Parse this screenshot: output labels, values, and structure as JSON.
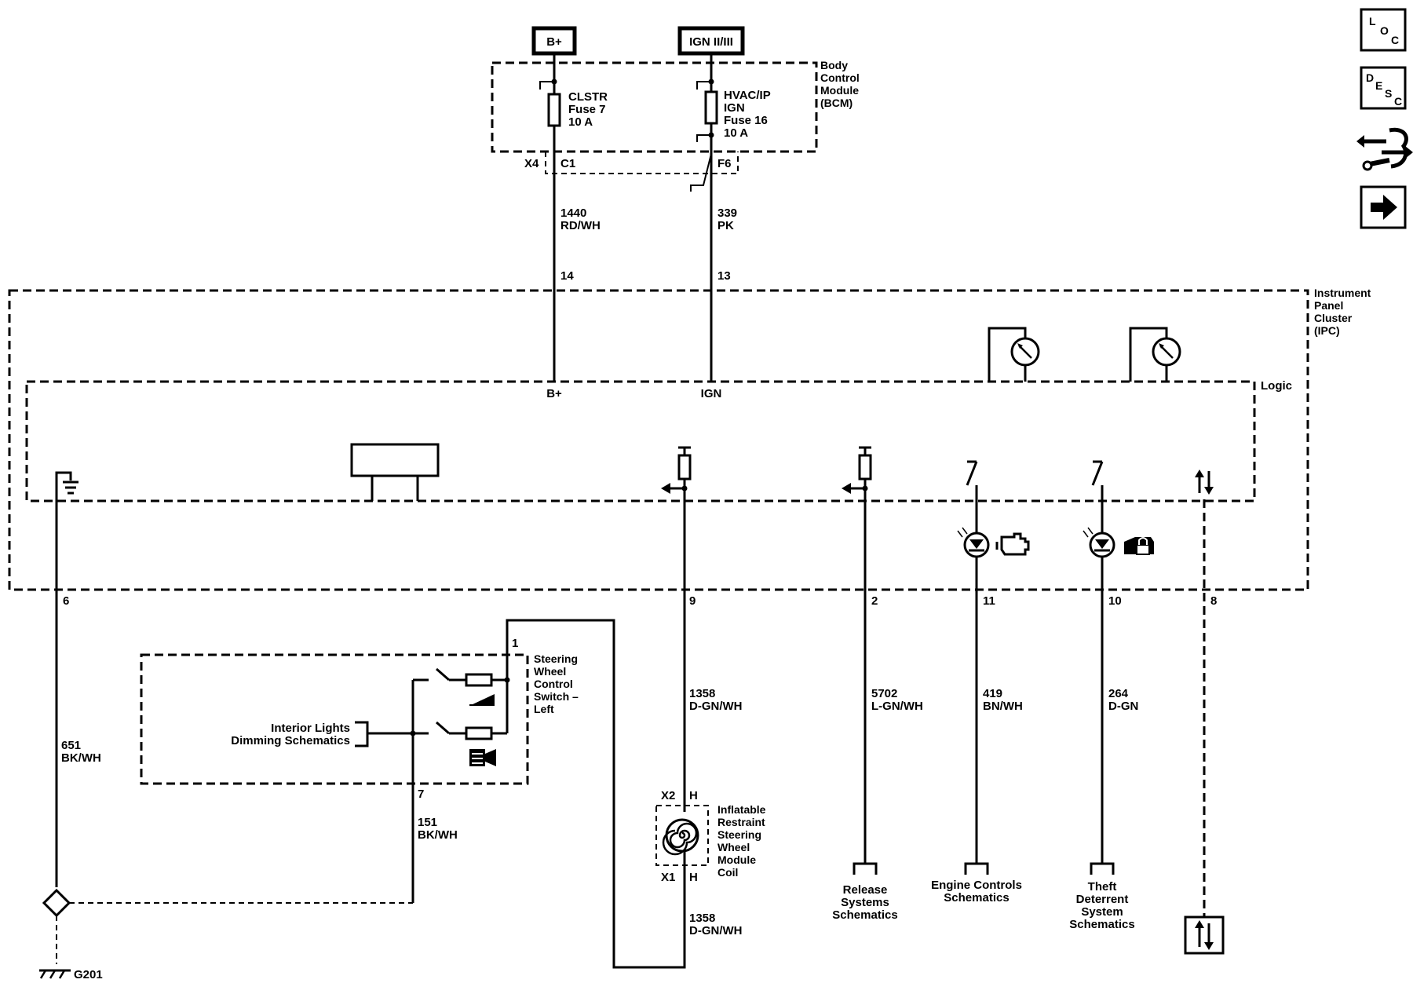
{
  "power": {
    "bplus": "B+",
    "ign": "IGN II/III"
  },
  "bcm": {
    "name": [
      "Body",
      "Control",
      "Module",
      "(BCM)"
    ],
    "fuse_clstr": [
      "CLSTR",
      "Fuse 7",
      "10 A"
    ],
    "fuse_hvac": [
      "HVAC/IP",
      "IGN",
      "Fuse 16",
      "10 A"
    ],
    "conn_x4": "X4",
    "conn_c1": "C1",
    "conn_f6": "F6"
  },
  "wires": {
    "w1440": [
      "1440",
      "RD/WH"
    ],
    "w339": [
      "339",
      "PK"
    ],
    "w651": [
      "651",
      "BK/WH"
    ],
    "w151": [
      "151",
      "BK/WH"
    ],
    "w1358_top": [
      "1358",
      "D-GN/WH"
    ],
    "w1358_bot": [
      "1358",
      "D-GN/WH"
    ],
    "w5702": [
      "5702",
      "L-GN/WH"
    ],
    "w419": [
      "419",
      "BN/WH"
    ],
    "w264": [
      "264",
      "D-GN"
    ]
  },
  "pins": {
    "p14": "14",
    "p13": "13",
    "p6": "6",
    "p9": "9",
    "p2": "2",
    "p11": "11",
    "p10": "10",
    "p8": "8",
    "p1": "1",
    "p7": "7"
  },
  "ipc": {
    "name": [
      "Instrument",
      "Panel",
      "Cluster",
      "(IPC)"
    ],
    "logic": "Logic",
    "bplus_in": "B+",
    "ign_in": "IGN"
  },
  "swc": {
    "name": [
      "Steering",
      "Wheel",
      "Control",
      "Switch –",
      "Left"
    ],
    "interior": [
      "Interior Lights",
      "Dimming Schematics"
    ]
  },
  "coil": {
    "name": [
      "Inflatable",
      "Restraint",
      "Steering",
      "Wheel",
      "Module",
      "Coil"
    ],
    "x2": "X2",
    "x2pin": "H",
    "x1": "X1",
    "x1pin": "H"
  },
  "refs": {
    "release": [
      "Release",
      "Systems",
      "Schematics"
    ],
    "engine": [
      "Engine Controls",
      "Schematics"
    ],
    "theft": [
      "Theft",
      "Deterrent",
      "System",
      "Schematics"
    ]
  },
  "ground": "G201",
  "nav": {
    "loc": [
      "L",
      "O",
      "C"
    ],
    "desc": [
      "D",
      "E",
      "S",
      "C"
    ]
  },
  "icons": [
    "loc-icon",
    "desc-icon",
    "service-icon",
    "next-arrow-icon",
    "gauge-icon",
    "led-icon",
    "engine-icon",
    "theft-lock-icon",
    "ground-icon",
    "serial-data-icon",
    "clockspring-icon"
  ]
}
